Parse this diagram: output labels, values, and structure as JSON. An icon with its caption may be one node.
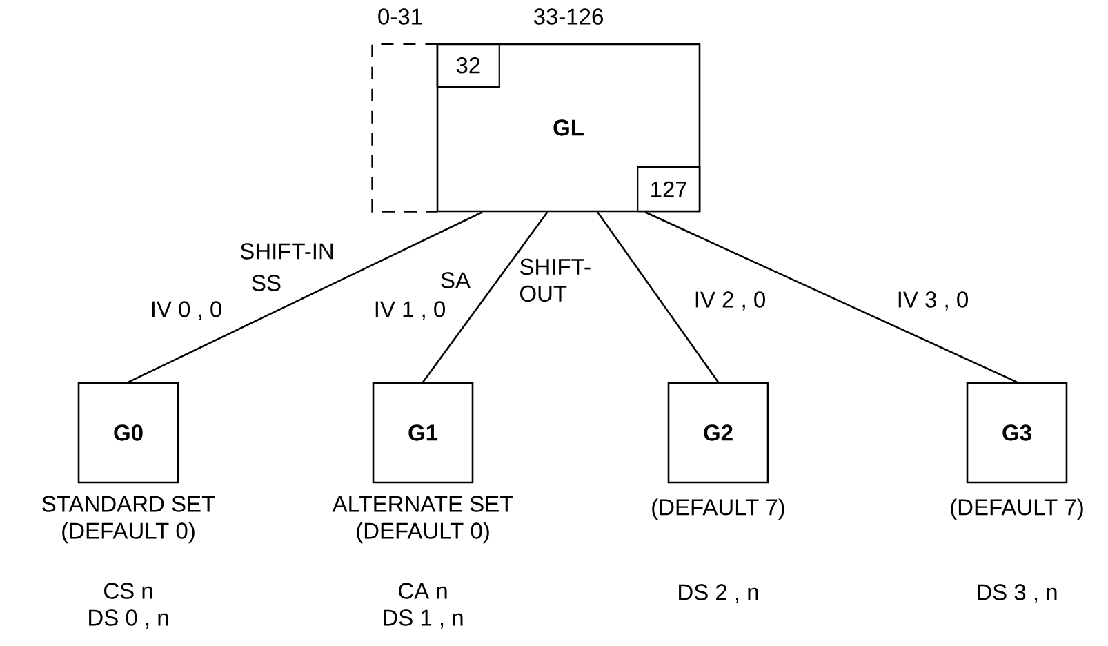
{
  "diagram": {
    "nodes": [
      {
        "text": [
          "GL"
        ],
        "beside": [
          "33-126"
        ]
      },
      {
        "text": [],
        "shape": "box",
        "beside": [
          "0-31"
        ]
      },
      {
        "text": [
          "32"
        ],
        "in": 0
      },
      {
        "text": [
          "127"
        ],
        "in": 0
      },
      {
        "text": [
          "G0"
        ],
        "beside": [
          "STANDARD SET (DEFAULT 0)",
          "CS n DS 0 , n"
        ]
      },
      {
        "text": [
          "G1"
        ],
        "beside": [
          "ALTERNATE SET (DEFAULT 0)",
          "CA n DS 1 , n"
        ]
      },
      {
        "text": [
          "G2"
        ],
        "beside": [
          "(DEFAULT 7)",
          "DS 2 , n"
        ]
      },
      {
        "text": [
          "G3"
        ],
        "beside": [
          "(DEFAULT 7)",
          "DS 3 , n"
        ]
      }
    ],
    "edges": [
      {
        "from": 0,
        "to": 4,
        "arrow": "none",
        "label": "IV 0 , 0"
      },
      {
        "from": 0,
        "to": 5,
        "arrow": "none",
        "label": "IV 1 , 0"
      },
      {
        "from": 0,
        "to": 6,
        "arrow": "none",
        "label": "IV 2 , 0"
      },
      {
        "from": 0,
        "to": 7,
        "arrow": "none",
        "label": "IV 3 , 0"
      }
    ],
    "labels": [
      "SHIFT-IN",
      "SS",
      "SA",
      "SHIFT- OUT"
    ]
  }
}
